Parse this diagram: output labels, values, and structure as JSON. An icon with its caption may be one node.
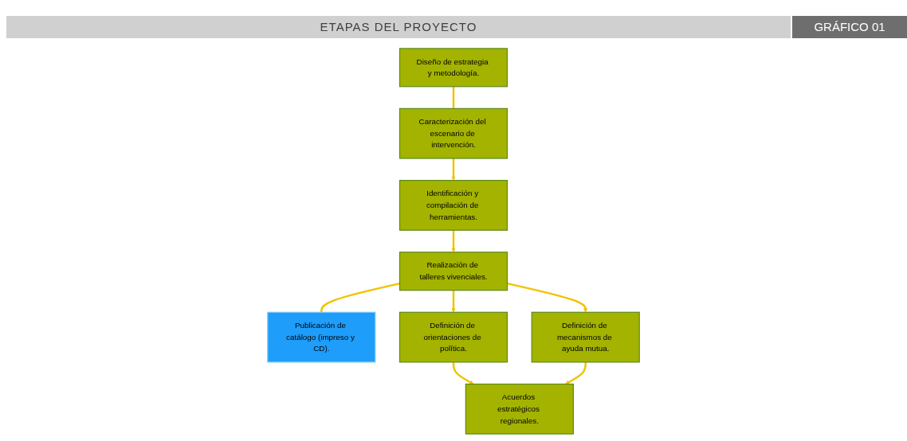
{
  "diagram": {
    "title": "ETAPAS DEL PROYECTO",
    "nodes": [
      {
        "text": [
          "Diseño de estrategia y metodología."
        ]
      },
      {
        "text": [
          "Caracterización del escenario de intervención."
        ]
      },
      {
        "text": [
          "Identificación y compilación de herramientas."
        ]
      },
      {
        "text": [
          "Realización de talleres vivenciales."
        ]
      },
      {
        "text": [
          "Publicación de catálogo (impreso y CD)."
        ]
      },
      {
        "text": [
          "Definición de orientaciones de política."
        ]
      },
      {
        "text": [
          "Definición de mecanismos de ayuda mutua."
        ]
      },
      {
        "text": [
          "Acuerdos estratégicos regionales."
        ]
      }
    ],
    "edges": [
      {
        "from": 0,
        "to": 1,
        "arrow": "none"
      },
      {
        "from": 1,
        "to": 2,
        "arrow": "to"
      },
      {
        "from": 2,
        "to": 3,
        "arrow": "to"
      },
      {
        "from": 3,
        "to": 4,
        "arrow": "none"
      },
      {
        "from": 3,
        "to": 5,
        "arrow": "to"
      },
      {
        "from": 3,
        "to": 6,
        "arrow": "to"
      },
      {
        "from": 5,
        "to": 7,
        "arrow": "to"
      },
      {
        "from": 6,
        "to": 7,
        "arrow": "to"
      }
    ],
    "labels": [
      "GRÁFICO 01"
    ]
  }
}
